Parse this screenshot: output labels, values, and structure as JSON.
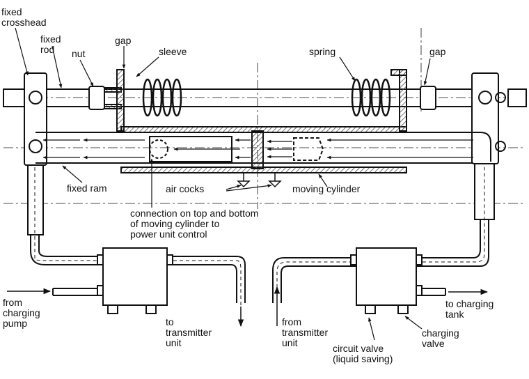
{
  "labels": {
    "fixed_crosshead": "fixed\ncrosshead",
    "fixed_rod": "fixed\nrod",
    "nut": "nut",
    "gap_left": "gap",
    "sleeve": "sleeve",
    "spring": "spring",
    "gap_right": "gap",
    "fixed_ram": "fixed ram",
    "air_cocks": "air cocks",
    "moving_cylinder": "moving cylinder",
    "connection": "connection on top and bottom\nof moving cylinder to\npower unit control",
    "from_charging_pump": "from\ncharging\npump",
    "to_transmitter_unit": "to\ntransmitter\nunit",
    "from_transmitter_unit": "from\ntransmitter\nunit",
    "circuit_valve": "circuit valve\n(liquid saving)",
    "charging_valve": "charging\nvalve",
    "to_charging_tank": "to charging\ntank"
  },
  "colors": {
    "ink": "#111111",
    "hatch": "#555555",
    "background": "#ffffff"
  }
}
